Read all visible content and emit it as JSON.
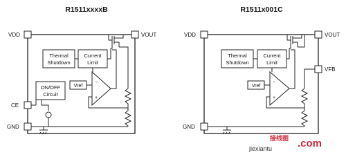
{
  "left_diagram": {
    "title": "R1511xxxxB",
    "pins": {
      "vdd": "VDD",
      "vout": "VOUT",
      "ce": "CE",
      "gnd": "GND"
    },
    "blocks": {
      "thermal": [
        "Thermal",
        "Shutdown"
      ],
      "current": [
        "Current",
        "Limit"
      ],
      "onoff": [
        "ON/OFF",
        "Circuit"
      ],
      "vref": "Vref"
    },
    "opamp": {
      "minus": "−",
      "plus": "+"
    }
  },
  "right_diagram": {
    "title": "R1511x001C",
    "pins": {
      "vdd": "VDD",
      "vout": "VOUT",
      "vfb": "VFB",
      "gnd": "GND"
    },
    "blocks": {
      "thermal": [
        "Thermal",
        "Shutdown"
      ],
      "current": [
        "Current",
        "Limit"
      ],
      "vref": "Vref"
    },
    "opamp": {
      "minus": "−",
      "plus": "+"
    }
  },
  "watermark": {
    "brand_cn": "接线图",
    "site": "jiexiantu",
    "domain": ".com"
  }
}
